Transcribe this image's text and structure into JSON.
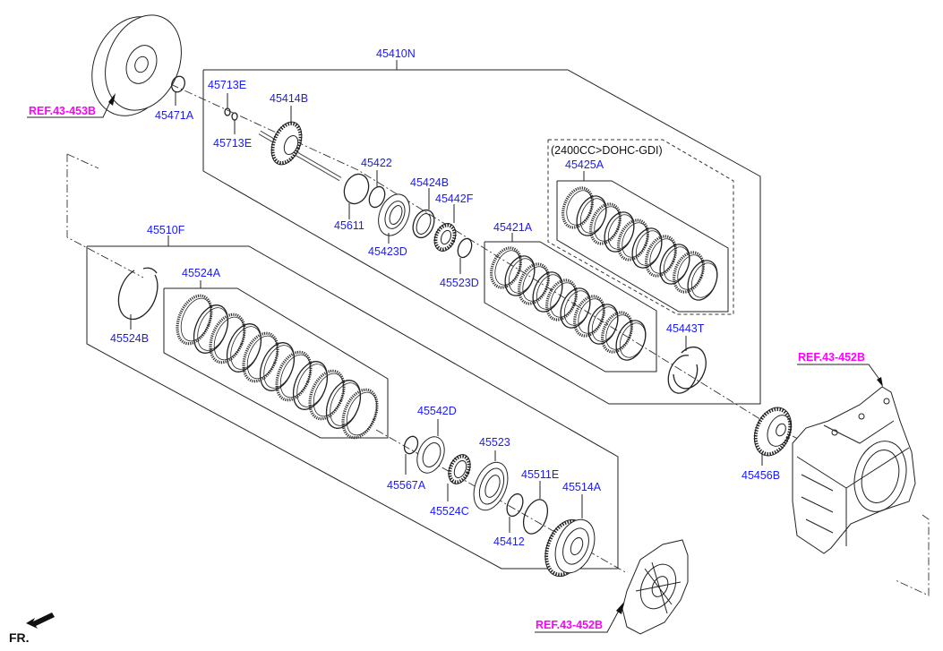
{
  "diagram": {
    "title": "Automatic transmission clutch assembly - exploded parts view",
    "colors": {
      "part_label": "#1a1aff",
      "reference_label": "#ff00ff",
      "lines": "#222222"
    },
    "assemblies": [
      {
        "id": "45410N",
        "label": "45410N"
      },
      {
        "id": "45510F",
        "label": "45510F"
      }
    ],
    "variant_note": "(2400CC>DOHC-GDI)",
    "parts": [
      {
        "label": "45471A"
      },
      {
        "label": "45713E"
      },
      {
        "label": "45713E"
      },
      {
        "label": "45414B"
      },
      {
        "label": "45422"
      },
      {
        "label": "45611"
      },
      {
        "label": "45424B"
      },
      {
        "label": "45442F"
      },
      {
        "label": "45423D"
      },
      {
        "label": "45523D"
      },
      {
        "label": "45425A"
      },
      {
        "label": "45421A"
      },
      {
        "label": "45443T"
      },
      {
        "label": "45456B"
      },
      {
        "label": "45524B"
      },
      {
        "label": "45524A"
      },
      {
        "label": "45542D"
      },
      {
        "label": "45567A"
      },
      {
        "label": "45523"
      },
      {
        "label": "45524C"
      },
      {
        "label": "45511E"
      },
      {
        "label": "45514A"
      },
      {
        "label": "45412"
      }
    ],
    "references": [
      {
        "label": "REF.43-453B"
      },
      {
        "label": "REF.43-452B"
      },
      {
        "label": "REF.43-452B"
      }
    ],
    "orientation": {
      "label": "FR.",
      "icon": "front-arrow-icon"
    }
  }
}
